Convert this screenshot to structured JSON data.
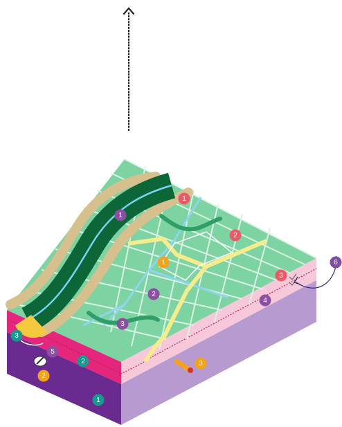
{
  "colors": {
    "ground_top": "#7ed3a3",
    "street": "#d9f2e4",
    "river": "#0c6638",
    "river_line": "#77d4f5",
    "levee": "#d6c08e",
    "road": "#f6ec8c",
    "path": "#2f9f69",
    "layer_pink": "#f6c8d9",
    "layer_magenta": "#e5267d",
    "layer_lilac": "#b79ad0",
    "layer_purple": "#6a2a8f",
    "badge_purple": "#8e4fa2",
    "badge_red": "#ec5a67",
    "badge_orange": "#f5a21b",
    "badge_teal": "#139b8f",
    "badge_violet": "#7e4ca0"
  },
  "badges": [
    {
      "id": "purple-1",
      "label": "1",
      "color": "#8e4fa2"
    },
    {
      "id": "red-1",
      "label": "1",
      "color": "#ec5a67"
    },
    {
      "id": "red-2",
      "label": "2",
      "color": "#ec5a67"
    },
    {
      "id": "orange-1",
      "label": "1",
      "color": "#f5a21b"
    },
    {
      "id": "purple-2",
      "label": "2",
      "color": "#8e4fa2"
    },
    {
      "id": "red-3",
      "label": "3",
      "color": "#ec5a67"
    },
    {
      "id": "violet-6",
      "label": "6",
      "color": "#7e4ca0"
    },
    {
      "id": "purple-4",
      "label": "4",
      "color": "#8e4fa2"
    },
    {
      "id": "purple-3",
      "label": "3",
      "color": "#8e4fa2"
    },
    {
      "id": "teal-3",
      "label": "3",
      "color": "#139b8f"
    },
    {
      "id": "purple-5",
      "label": "5",
      "color": "#8e4fa2"
    },
    {
      "id": "teal-2",
      "label": "2",
      "color": "#139b8f"
    },
    {
      "id": "orange-2",
      "label": "2",
      "color": "#f5a21b"
    },
    {
      "id": "orange-3",
      "label": "3",
      "color": "#f5a21b"
    },
    {
      "id": "teal-1",
      "label": "1",
      "color": "#139b8f"
    }
  ]
}
